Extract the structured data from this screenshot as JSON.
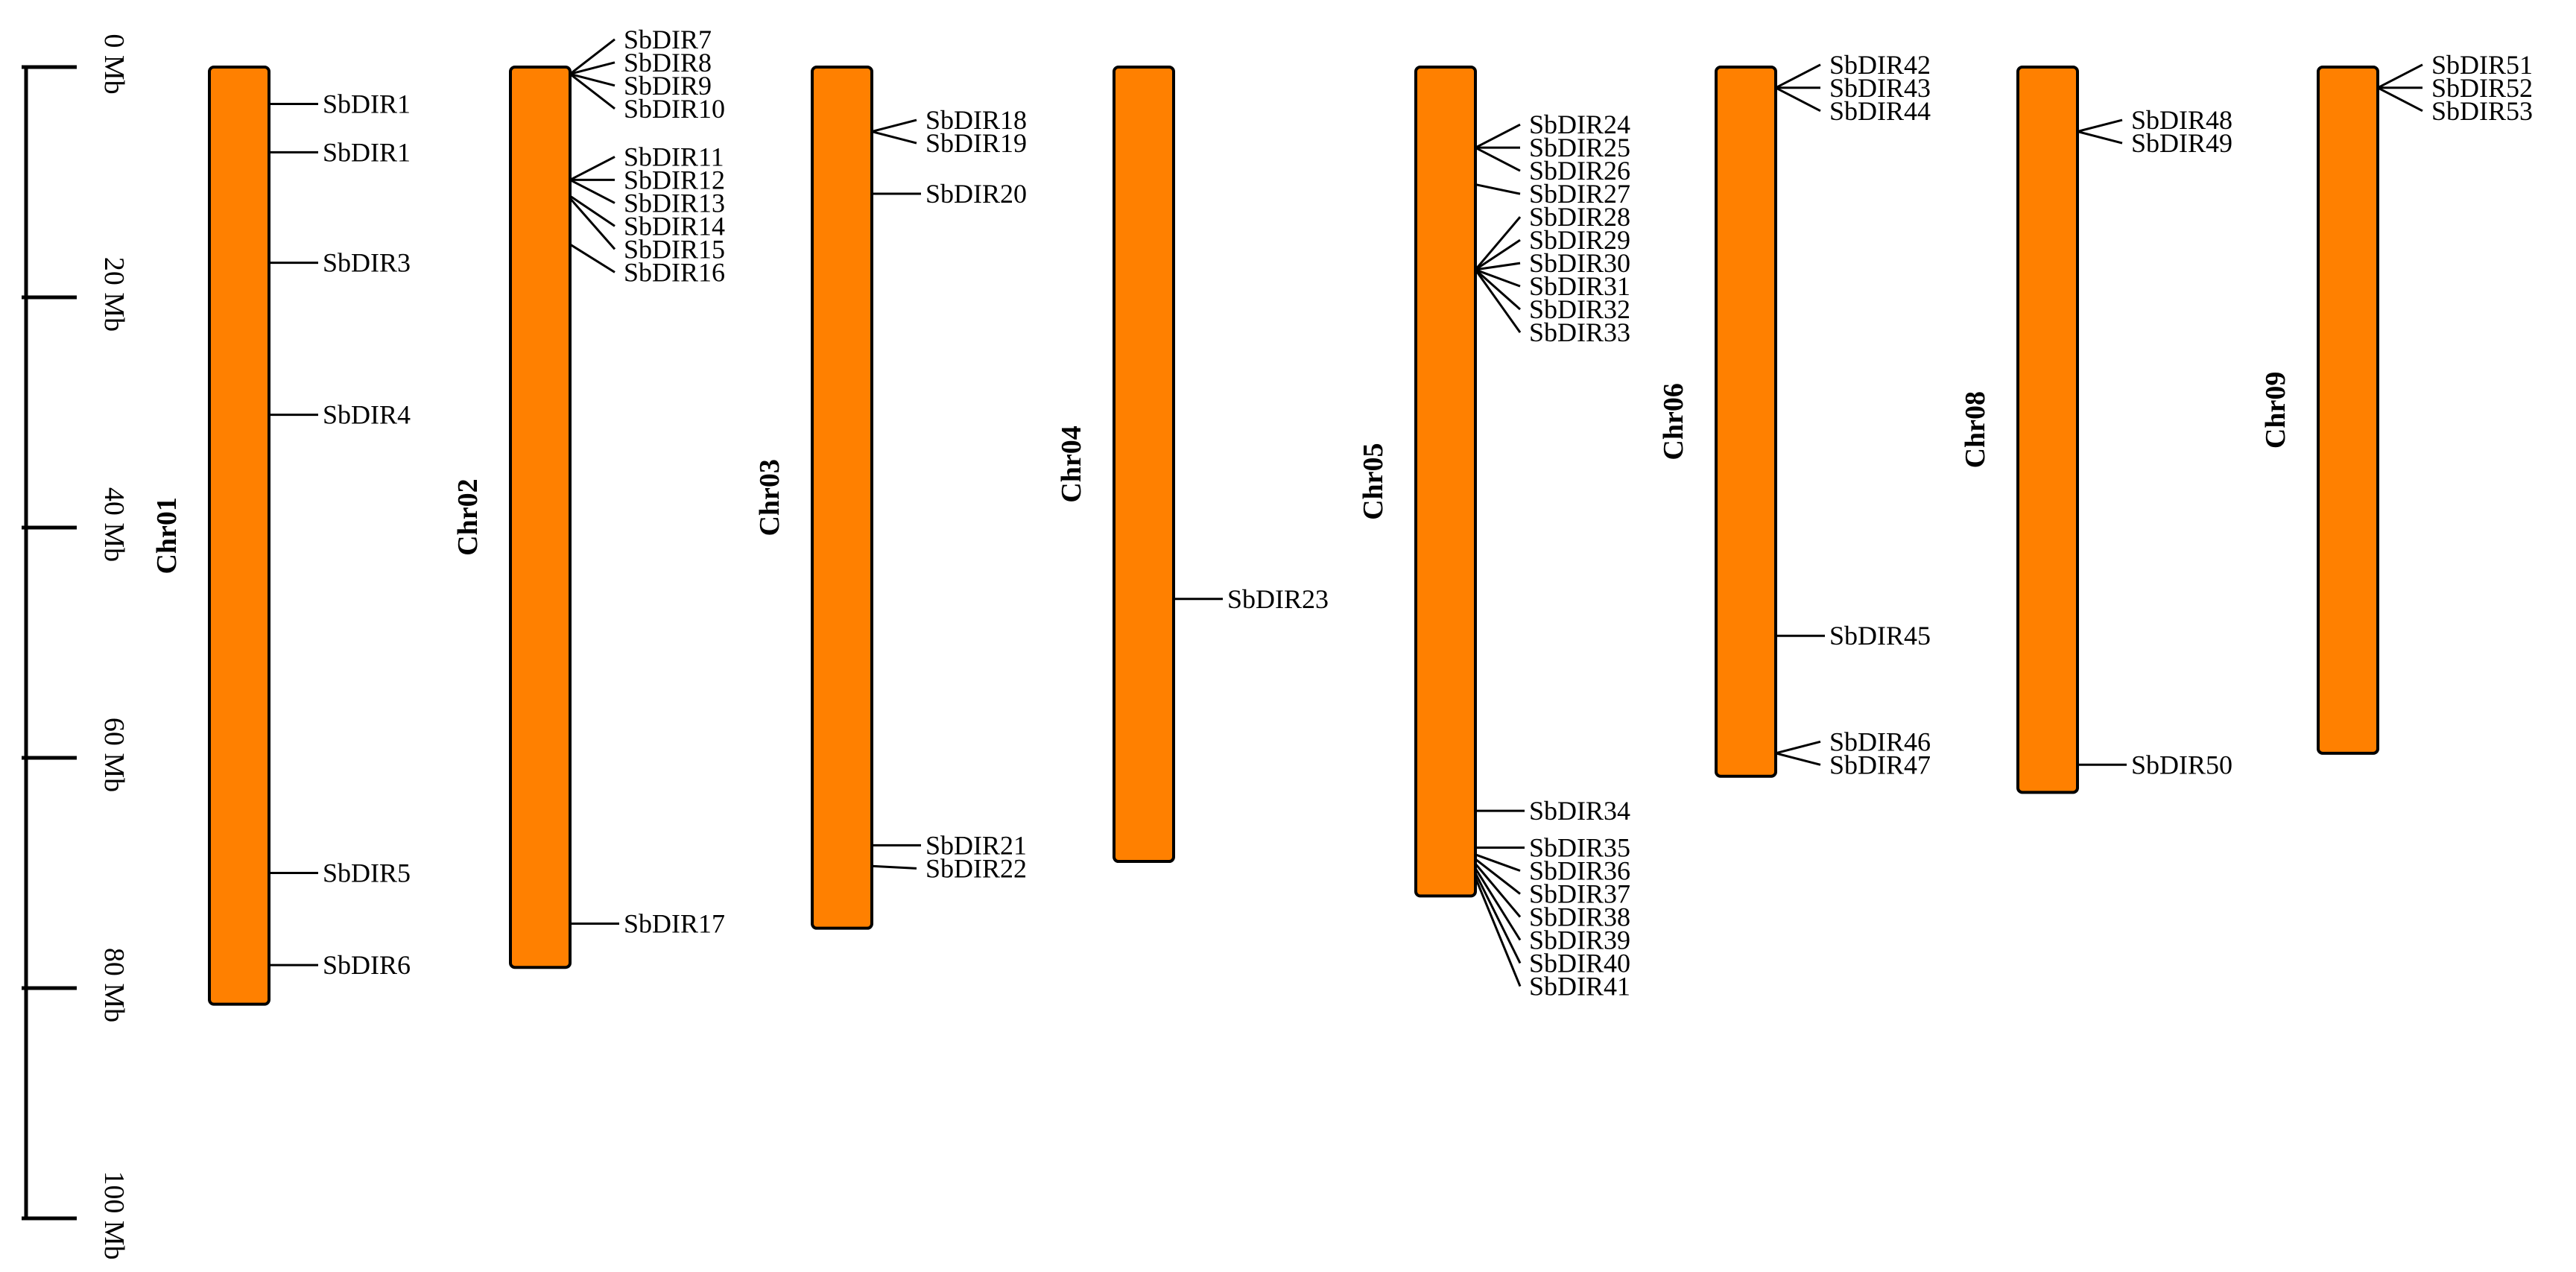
{
  "scale": {
    "unit": "Mb",
    "ticks": [
      0,
      20,
      40,
      60,
      80,
      100
    ],
    "tick_labels": [
      "0 Mb",
      "20 Mb",
      "40 Mb",
      "60 Mb",
      "80 Mb",
      "100 Mb"
    ]
  },
  "colors": {
    "chromosome_fill": "#FF8000",
    "stroke": "#000000"
  },
  "chromosomes": [
    {
      "name": "Chr01",
      "length_mb": 81.4,
      "genes": [
        {
          "name": "SbDIR1",
          "pos_mb": 3.2
        },
        {
          "name": "SbDIR1",
          "pos_mb": 7.4
        },
        {
          "name": "SbDIR3",
          "pos_mb": 17.0
        },
        {
          "name": "SbDIR4",
          "pos_mb": 30.2
        },
        {
          "name": "SbDIR5",
          "pos_mb": 70.0
        },
        {
          "name": "SbDIR6",
          "pos_mb": 78.0
        }
      ]
    },
    {
      "name": "Chr02",
      "length_mb": 78.2,
      "genes": [
        {
          "name": "SbDIR7",
          "pos_mb": 0.6
        },
        {
          "name": "SbDIR8",
          "pos_mb": 0.6
        },
        {
          "name": "SbDIR9",
          "pos_mb": 0.6
        },
        {
          "name": "SbDIR10",
          "pos_mb": 0.6
        },
        {
          "name": "SbDIR11",
          "pos_mb": 9.8
        },
        {
          "name": "SbDIR12",
          "pos_mb": 9.8
        },
        {
          "name": "SbDIR13",
          "pos_mb": 9.8
        },
        {
          "name": "SbDIR14",
          "pos_mb": 11.2
        },
        {
          "name": "SbDIR15",
          "pos_mb": 11.4
        },
        {
          "name": "SbDIR16",
          "pos_mb": 15.4
        },
        {
          "name": "SbDIR17",
          "pos_mb": 74.4
        }
      ]
    },
    {
      "name": "Chr03",
      "length_mb": 74.8,
      "genes": [
        {
          "name": "SbDIR18",
          "pos_mb": 5.6
        },
        {
          "name": "SbDIR19",
          "pos_mb": 5.6
        },
        {
          "name": "SbDIR20",
          "pos_mb": 11.0
        },
        {
          "name": "SbDIR21",
          "pos_mb": 67.6
        },
        {
          "name": "SbDIR22",
          "pos_mb": 69.4
        }
      ]
    },
    {
      "name": "Chr04",
      "length_mb": 69.0,
      "genes": [
        {
          "name": "SbDIR23",
          "pos_mb": 46.2
        }
      ]
    },
    {
      "name": "Chr05",
      "length_mb": 72.0,
      "genes": [
        {
          "name": "SbDIR24",
          "pos_mb": 7.0
        },
        {
          "name": "SbDIR25",
          "pos_mb": 7.0
        },
        {
          "name": "SbDIR26",
          "pos_mb": 7.0
        },
        {
          "name": "SbDIR27",
          "pos_mb": 10.2
        },
        {
          "name": "SbDIR28",
          "pos_mb": 17.6
        },
        {
          "name": "SbDIR29",
          "pos_mb": 17.6
        },
        {
          "name": "SbDIR30",
          "pos_mb": 17.6
        },
        {
          "name": "SbDIR31",
          "pos_mb": 17.6
        },
        {
          "name": "SbDIR32",
          "pos_mb": 17.6
        },
        {
          "name": "SbDIR33",
          "pos_mb": 17.6
        },
        {
          "name": "SbDIR34",
          "pos_mb": 64.6
        },
        {
          "name": "SbDIR35",
          "pos_mb": 67.8
        },
        {
          "name": "SbDIR36",
          "pos_mb": 68.4
        },
        {
          "name": "SbDIR37",
          "pos_mb": 68.8
        },
        {
          "name": "SbDIR38",
          "pos_mb": 69.2
        },
        {
          "name": "SbDIR39",
          "pos_mb": 69.6
        },
        {
          "name": "SbDIR40",
          "pos_mb": 70.0
        },
        {
          "name": "SbDIR41",
          "pos_mb": 70.4
        }
      ]
    },
    {
      "name": "Chr06",
      "length_mb": 61.6,
      "genes": [
        {
          "name": "SbDIR42",
          "pos_mb": 1.8
        },
        {
          "name": "SbDIR43",
          "pos_mb": 1.8
        },
        {
          "name": "SbDIR44",
          "pos_mb": 1.8
        },
        {
          "name": "SbDIR45",
          "pos_mb": 49.4
        },
        {
          "name": "SbDIR46",
          "pos_mb": 59.6
        },
        {
          "name": "SbDIR47",
          "pos_mb": 59.6
        }
      ]
    },
    {
      "name": "Chr08",
      "length_mb": 63.0,
      "genes": [
        {
          "name": "SbDIR48",
          "pos_mb": 5.6
        },
        {
          "name": "SbDIR49",
          "pos_mb": 5.6
        },
        {
          "name": "SbDIR50",
          "pos_mb": 60.6
        }
      ]
    },
    {
      "name": "Chr09",
      "length_mb": 59.6,
      "genes": [
        {
          "name": "SbDIR51",
          "pos_mb": 1.8
        },
        {
          "name": "SbDIR52",
          "pos_mb": 1.8
        },
        {
          "name": "SbDIR53",
          "pos_mb": 1.8
        }
      ]
    }
  ]
}
